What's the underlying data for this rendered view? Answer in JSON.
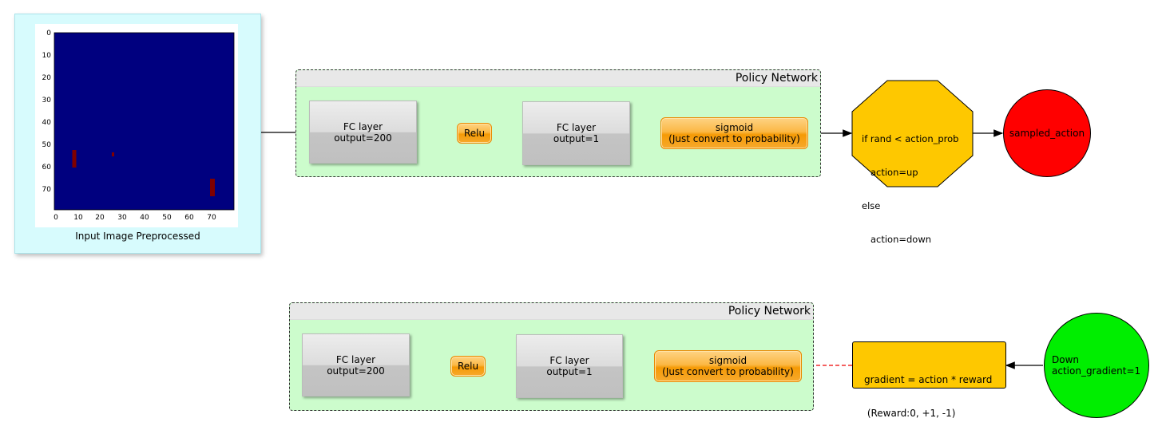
{
  "input_panel": {
    "caption": "Input Image Preprocessed",
    "y_ticks": [
      "0",
      "10",
      "20",
      "30",
      "40",
      "50",
      "60",
      "70"
    ],
    "x_ticks": [
      "0",
      "10",
      "20",
      "30",
      "40",
      "50",
      "60",
      "70"
    ],
    "background_color": "#00007f",
    "pixel_color": "#7f0000"
  },
  "forward_network": {
    "title": "Policy Network",
    "fc1": {
      "line1": "FC layer",
      "line2": "output=200"
    },
    "relu": "Relu",
    "fc2": {
      "line1": "FC layer",
      "line2": "output=1"
    },
    "sigmoid": {
      "line1": "sigmoid",
      "line2": "(Just convert to probability)"
    }
  },
  "decision": {
    "lines": [
      "if rand < action_prob",
      "   action=up",
      "else",
      "   action=down"
    ],
    "color": "#fec800"
  },
  "sampled_action": {
    "label": "sampled_action",
    "color": "#ff0000"
  },
  "backward_network": {
    "title": "Policy Network",
    "fc1": {
      "line1": "FC layer",
      "line2": "output=200"
    },
    "relu": "Relu",
    "fc2": {
      "line1": "FC layer",
      "line2": "output=1"
    },
    "sigmoid": {
      "line1": "sigmoid",
      "line2": "(Just convert to probability)"
    }
  },
  "gradient_box": {
    "line1": "gradient = action * reward",
    "line2": " (Reward:0, +1, -1)",
    "color": "#fec800"
  },
  "down_node": {
    "line1": "Down",
    "line2": "action_gradient=1",
    "color": "#00ee00"
  },
  "edge_colors": {
    "forward": "#000000",
    "backward": "#ee0000"
  }
}
